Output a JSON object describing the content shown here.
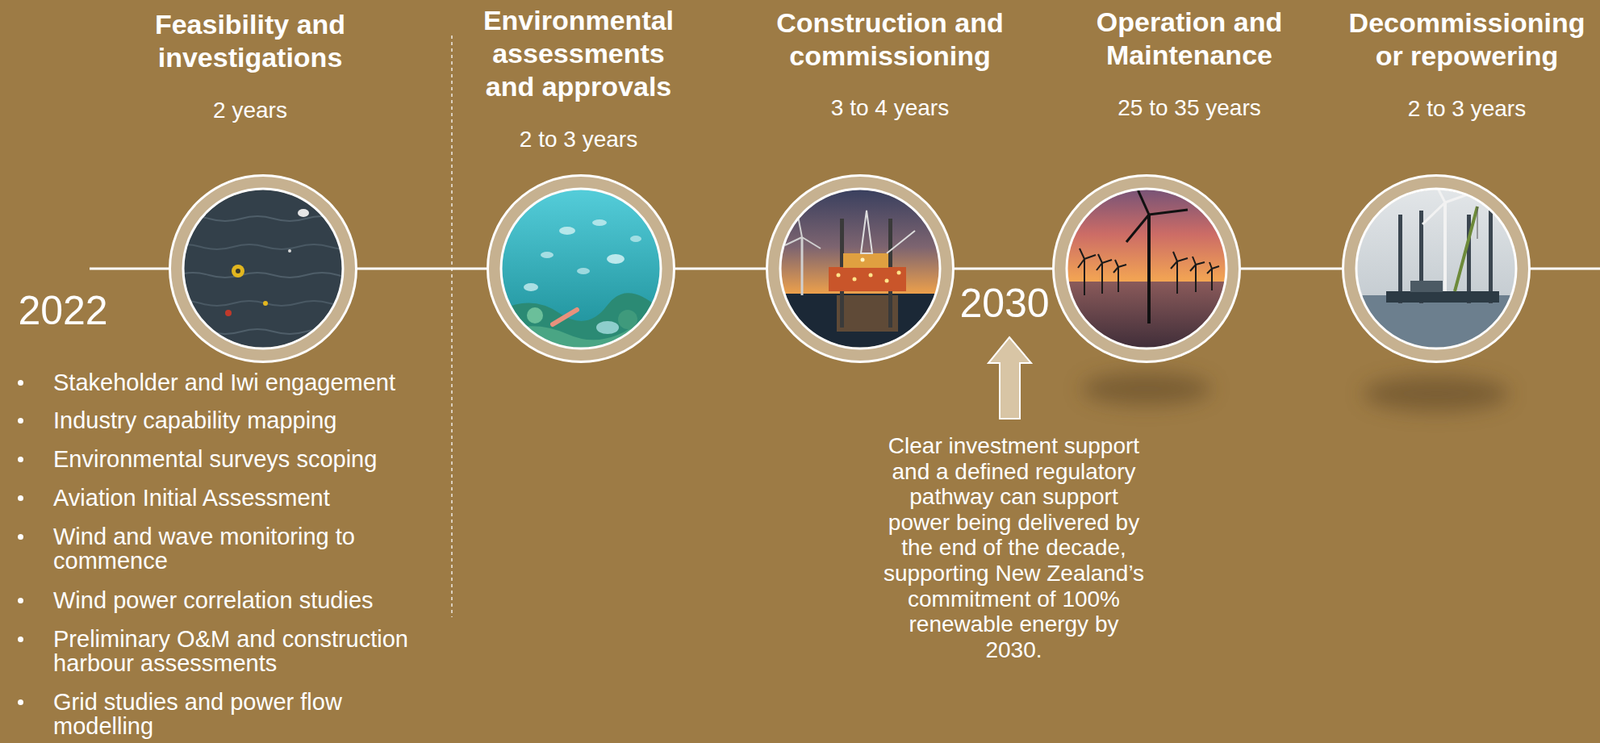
{
  "diagram": {
    "nodes": [
      {
        "text": [
          "Feasibility and investigations",
          "2 years"
        ]
      },
      {
        "text": [
          "Environmental assessments and approvals",
          "2 to 3 years"
        ]
      },
      {
        "text": [
          "Construction and commissioning",
          "3 to 4 years"
        ]
      },
      {
        "text": [
          "Operation and Maintenance",
          "25 to 35 years"
        ]
      },
      {
        "text": [
          "Decommissioning or repowering",
          "2 to 3 years"
        ]
      }
    ],
    "edges": [
      {
        "from": 0,
        "to": 1,
        "arrow": "none"
      },
      {
        "from": 1,
        "to": 2,
        "arrow": "none"
      },
      {
        "from": 2,
        "to": 3,
        "arrow": "none"
      },
      {
        "from": 3,
        "to": 4,
        "arrow": "none"
      }
    ],
    "labels": [
      "2022",
      "2030",
      "Clear investment support and a defined regulatory pathway can support power being delivered by the end of the decade, supporting New Zealand’s commitment of 100% renewable energy by 2030.",
      "Stakeholder and Iwi engagement",
      "Industry capability mapping",
      "Environmental surveys scoping",
      "Aviation Initial Assessment",
      "Wind and wave monitoring to commence",
      "Wind power correlation studies",
      "Preliminary O&M and construction harbour assessments",
      "Grid studies and power flow modelling"
    ]
  }
}
